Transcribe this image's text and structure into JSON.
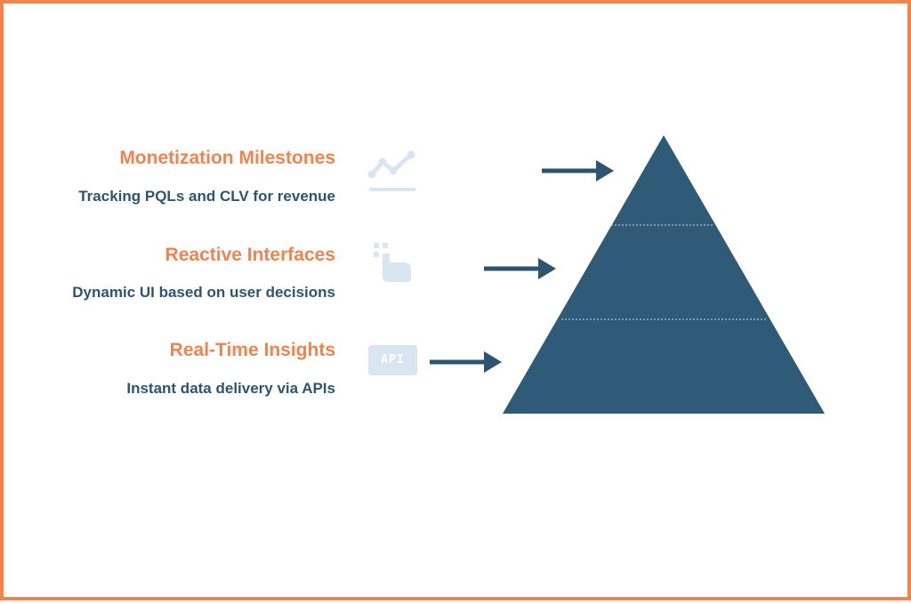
{
  "tiers": [
    {
      "heading": "Monetization Milestones",
      "description": "Tracking PQLs and CLV for revenue",
      "icon": "line-chart-icon"
    },
    {
      "heading": "Reactive Interfaces",
      "description": "Dynamic UI based on user decisions",
      "icon": "touch-gesture-icon"
    },
    {
      "heading": "Real-Time Insights",
      "description": "Instant data delivery via APIs",
      "icon": "api-icon",
      "icon_text": "API"
    }
  ],
  "colors": {
    "frame_border": "#f0844f",
    "heading": "#f0844f",
    "description": "#2f5470",
    "pyramid": "#2f5b78",
    "arrow": "#2f5470",
    "icon": "#d9e6f1"
  }
}
